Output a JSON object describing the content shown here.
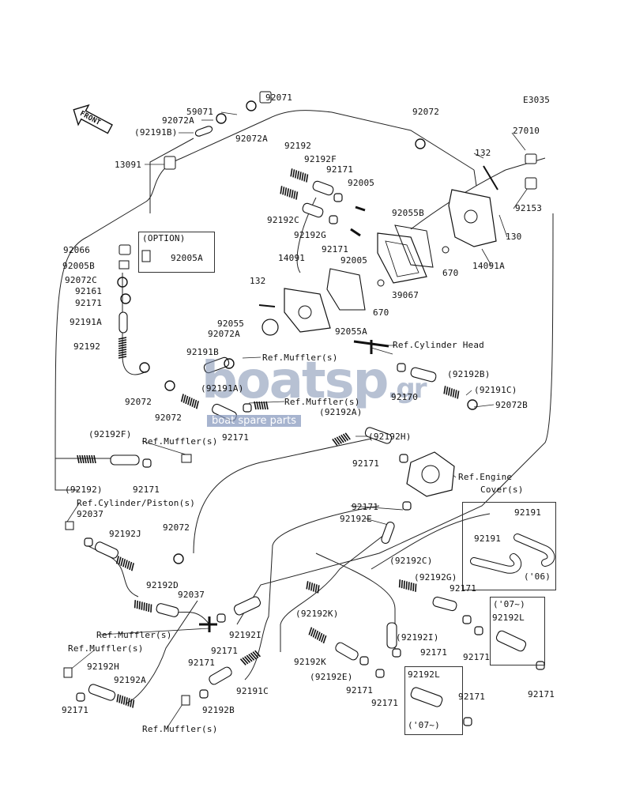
{
  "diagram": {
    "code": "E3035",
    "front_label": "FRONT",
    "boxes": {
      "option": {
        "title": "(OPTION)",
        "items": [
          "92005A"
        ]
      },
      "year06": {
        "parts": [
          "92191",
          "92191"
        ],
        "year": "('06)"
      },
      "year07_right": {
        "year": "('07~)",
        "part": "92192L"
      },
      "year07_bottom": {
        "year": "('07~)",
        "part": "92192L"
      }
    },
    "labels": {
      "l01": "92071",
      "l02": "59071",
      "l03": "92072A",
      "l04": "(92191B)",
      "l05": "92072A",
      "l06": "13091",
      "l07": "92192",
      "l08": "92192F",
      "l09": "92171",
      "l10": "92005",
      "l11": "92192C",
      "l12": "92192G",
      "l13": "92171",
      "l14": "92005",
      "l15": "92055B",
      "l16": "92072",
      "l17": "E3035",
      "l18": "27010",
      "l19": "132",
      "l20": "92153",
      "l21": "130",
      "l22": "14091A",
      "l23": "670",
      "l24": "39067",
      "l25": "670",
      "l26": "92066",
      "l27": "92005B",
      "l28": "92072C",
      "l29": "92161",
      "l30": "92171",
      "l31": "92191A",
      "l32": "92192",
      "l33": "14091",
      "l34": "132",
      "l35": "92055",
      "l36": "92072A",
      "l37": "92055A",
      "l38": "92191B",
      "l39": "Ref.Muffler(s)",
      "l40": "Ref.Cylinder Head",
      "l41": "(92191A)",
      "l42": "92072",
      "l43": "92072",
      "l44": "Ref.Muffler(s)",
      "l45": "92171",
      "l46": "(92192A)",
      "l47": "(92192B)",
      "l48": "92170",
      "l49": "(92191C)",
      "l50": "92072B",
      "l51": "(92192F)",
      "l52": "Ref.Muffler(s)",
      "l53": "(92192H)",
      "l54": "(92192)",
      "l55": "92171",
      "l56": "92171",
      "l57": "Ref.Engine",
      "l58": "Cover(s)",
      "l59": "Ref.Cylinder/Piston(s)",
      "l60": "92037",
      "l61": "92072",
      "l62": "92171",
      "l63": "92192E",
      "l64": "92192J",
      "l65": "92192D",
      "l66": "92037",
      "l67": "(92192C)",
      "l68": "(92192G)",
      "l69": "92171",
      "l70": "Ref.Muffler(s)",
      "l71": "92192I",
      "l72": "92171",
      "l73": "(92192K)",
      "l74": "(92192I)",
      "l75": "92171",
      "l76": "Ref.Muffler(s)",
      "l77": "92192H",
      "l78": "92192A",
      "l79": "92171",
      "l80": "92192K",
      "l81": "(92192E)",
      "l82": "92191C",
      "l83": "92171",
      "l84": "92192B",
      "l85": "92171",
      "l86": "92171",
      "l87": "92171",
      "l88": "92171",
      "l89": "92171",
      "l90": "Ref.Muffler(s)"
    },
    "watermark": {
      "brand": "boatsp",
      "tld": ".gr",
      "tagline": "boat spare parts"
    }
  }
}
